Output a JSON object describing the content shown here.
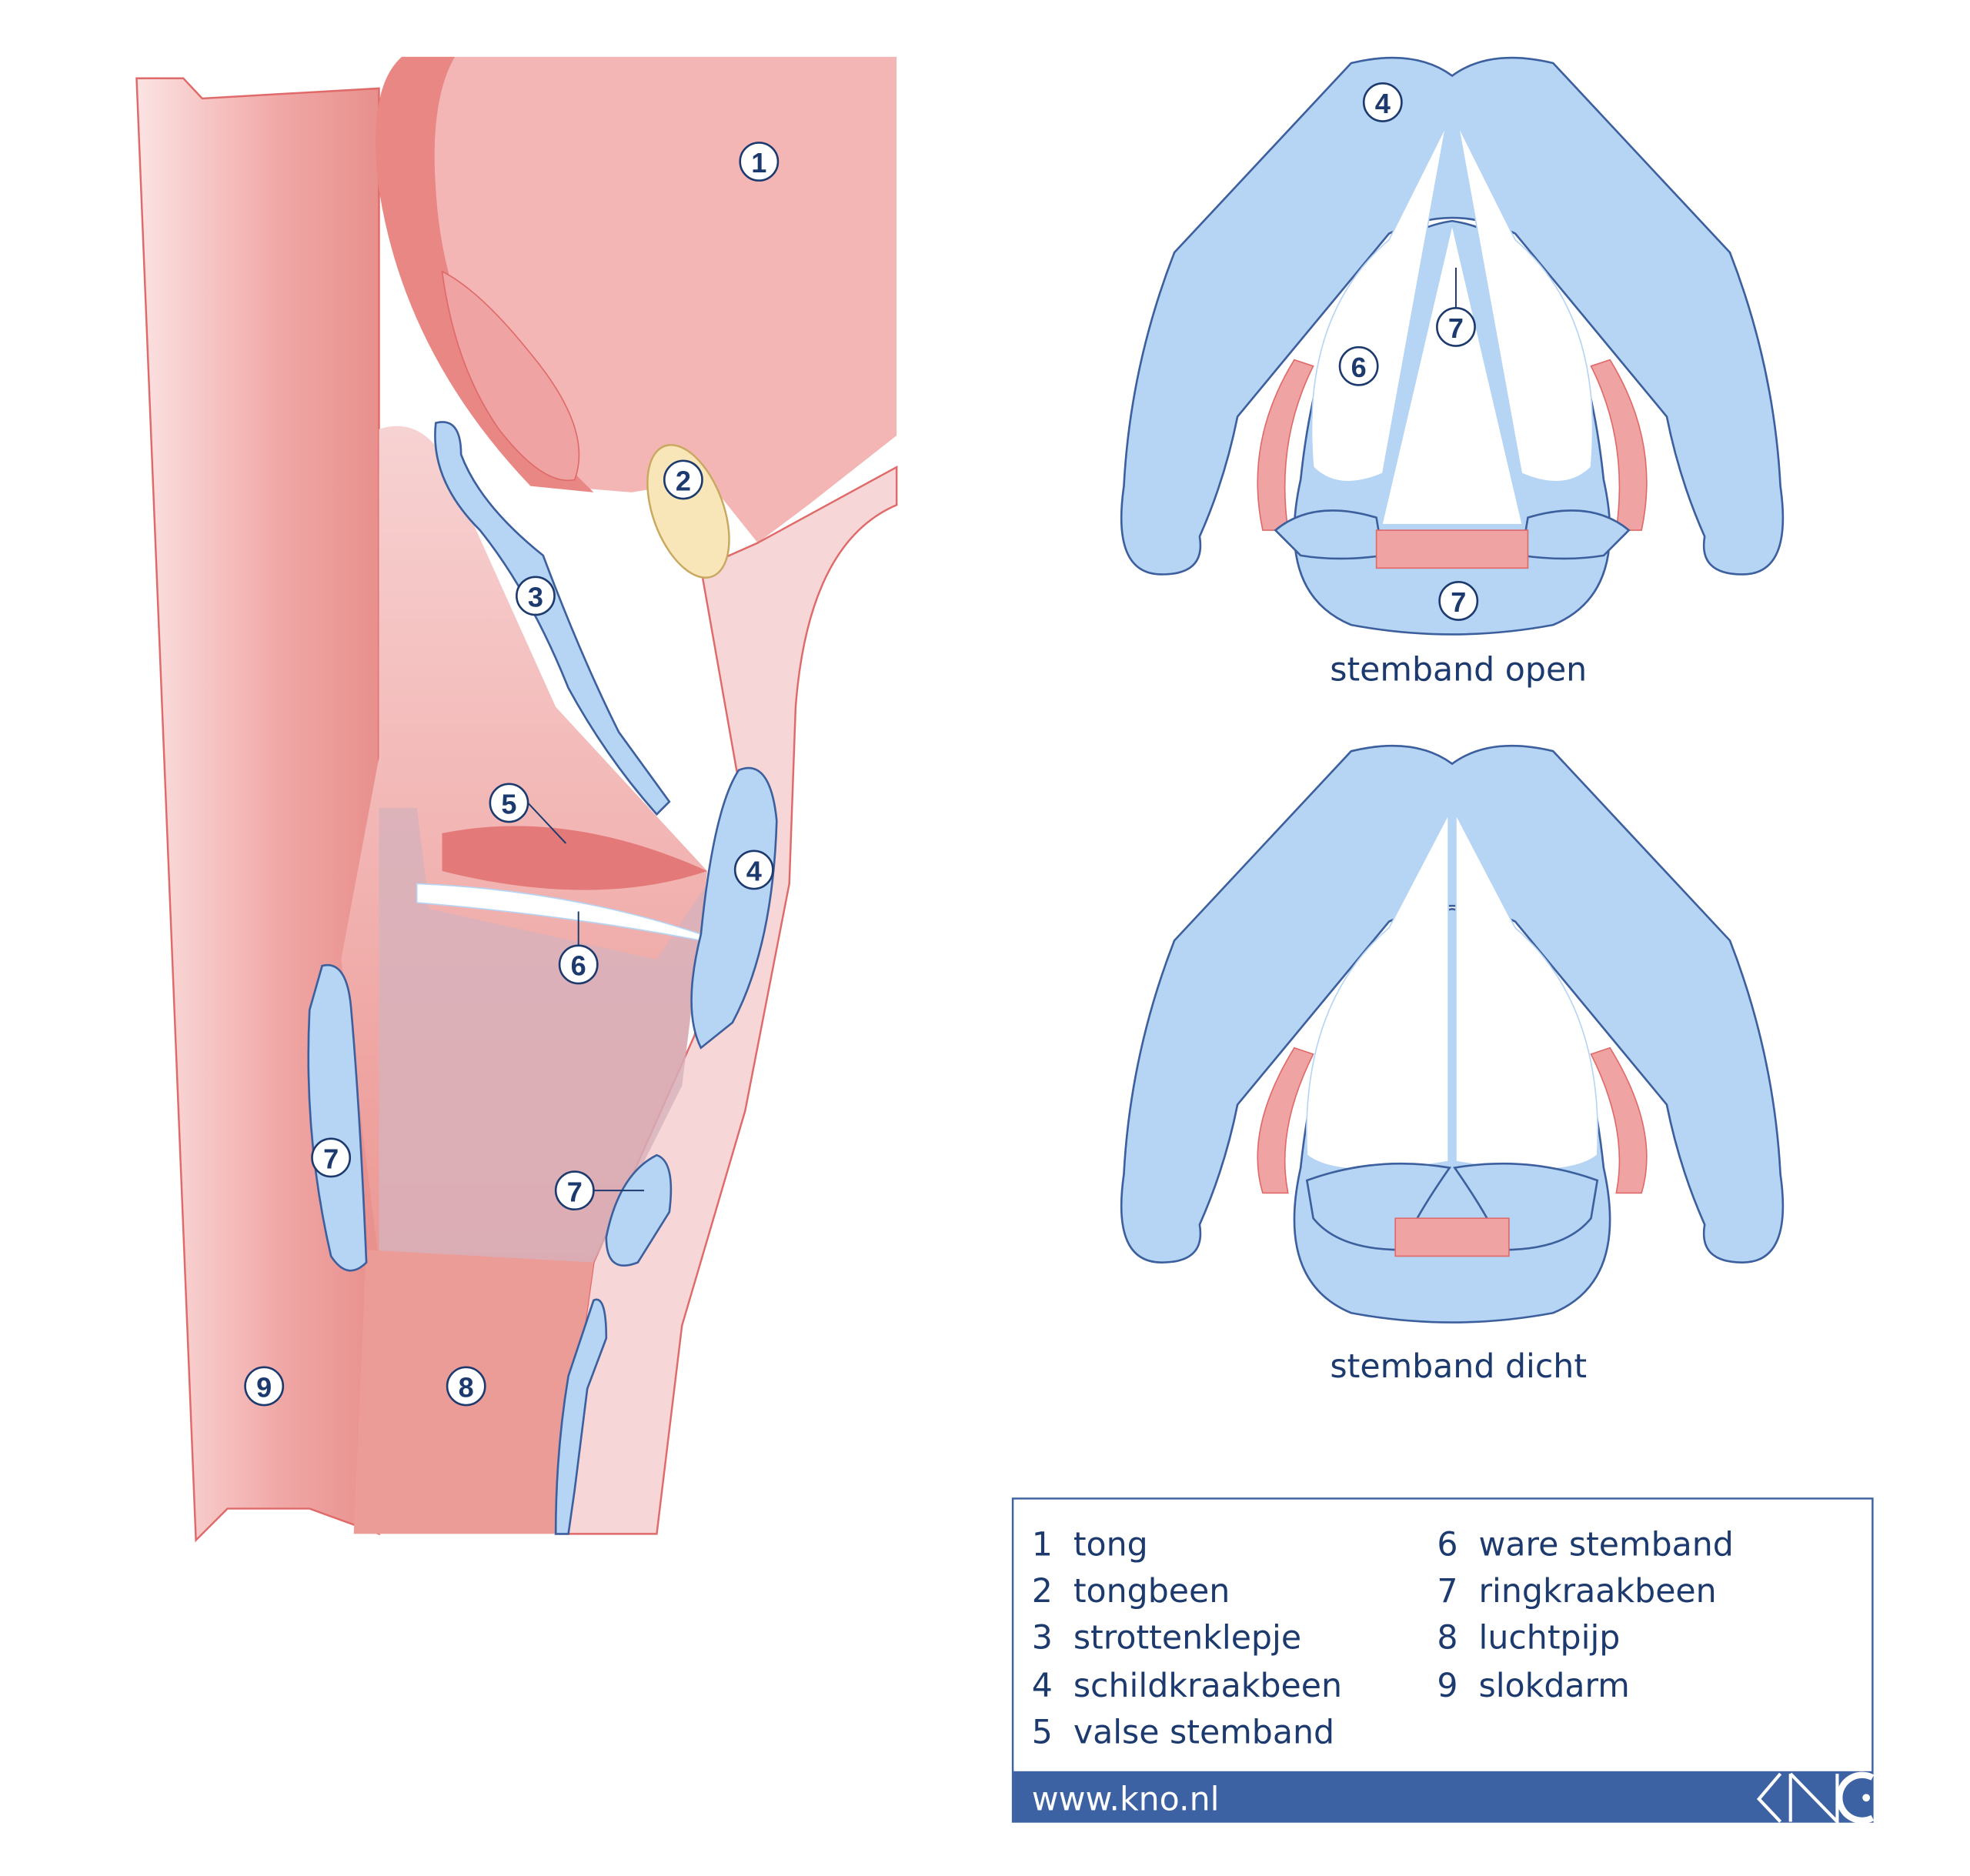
{
  "figure": {
    "side_view_labels": [
      "1",
      "2",
      "3",
      "4",
      "5",
      "6",
      "7",
      "7",
      "8",
      "9"
    ],
    "top_open_labels": [
      "4",
      "7",
      "6",
      "7"
    ],
    "caption_open": "stemband open",
    "caption_closed": "stemband dicht"
  },
  "legend": {
    "items": [
      {
        "num": "1",
        "label": "tong"
      },
      {
        "num": "2",
        "label": "tongbeen"
      },
      {
        "num": "3",
        "label": "strottenklepje"
      },
      {
        "num": "4",
        "label": "schildkraakbeen"
      },
      {
        "num": "5",
        "label": "valse stemband"
      },
      {
        "num": "6",
        "label": "ware stemband"
      },
      {
        "num": "7",
        "label": "ringkraakbeen"
      },
      {
        "num": "8",
        "label": "luchtpijp"
      },
      {
        "num": "9",
        "label": "slokdarm"
      }
    ],
    "url": "www.kno.nl",
    "logo_text": "KNO"
  },
  "colors": {
    "cartilage": "#b6d4f3",
    "tissue": "#f2b3b2",
    "muscle": "#e98a88",
    "brand": "#3d62a3",
    "text": "#1d3a6e"
  }
}
